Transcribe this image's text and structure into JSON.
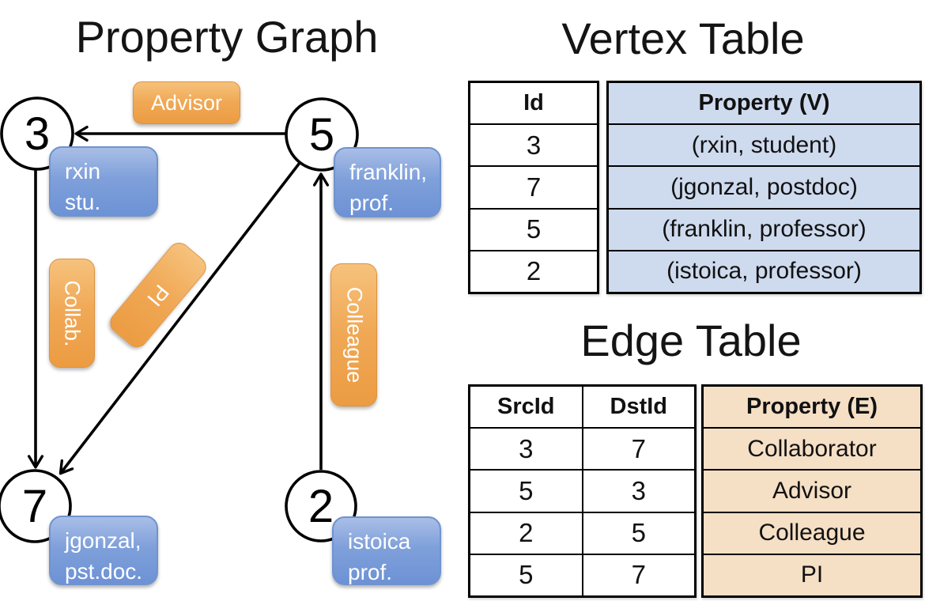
{
  "titles": {
    "graph": "Property Graph",
    "vertex_table": "Vertex Table",
    "edge_table": "Edge Table"
  },
  "graph": {
    "nodes": [
      {
        "id": "3",
        "property_lines": [
          "rxin",
          "stu."
        ]
      },
      {
        "id": "5",
        "property_lines": [
          "franklin,",
          "prof."
        ]
      },
      {
        "id": "7",
        "property_lines": [
          "jgonzal,",
          "pst.doc."
        ]
      },
      {
        "id": "2",
        "property_lines": [
          "istoica",
          "prof."
        ]
      }
    ],
    "edges": [
      {
        "src": "5",
        "dst": "3",
        "label": "Advisor"
      },
      {
        "src": "3",
        "dst": "7",
        "label": "Collab."
      },
      {
        "src": "5",
        "dst": "7",
        "label": "PI"
      },
      {
        "src": "2",
        "dst": "5",
        "label": "Colleague"
      }
    ]
  },
  "vertex_table": {
    "columns": [
      "Id",
      "Property (V)"
    ],
    "rows": [
      {
        "id": "3",
        "property": "(rxin, student)"
      },
      {
        "id": "7",
        "property": "(jgonzal, postdoc)"
      },
      {
        "id": "5",
        "property": "(franklin, professor)"
      },
      {
        "id": "2",
        "property": "(istoica, professor)"
      }
    ]
  },
  "edge_table": {
    "columns": [
      "SrcId",
      "DstId",
      "Property (E)"
    ],
    "rows": [
      {
        "src": "3",
        "dst": "7",
        "property": "Collaborator"
      },
      {
        "src": "5",
        "dst": "3",
        "property": "Advisor"
      },
      {
        "src": "2",
        "dst": "5",
        "property": "Colleague"
      },
      {
        "src": "5",
        "dst": "7",
        "property": "PI"
      }
    ]
  },
  "colors": {
    "edge_label_orange": "#F0A855",
    "vertex_property_blue": "#7FA0DA",
    "vertex_table_fill": "#CEDAEE",
    "edge_table_fill": "#F5DFC5",
    "line_black": "#000000"
  }
}
